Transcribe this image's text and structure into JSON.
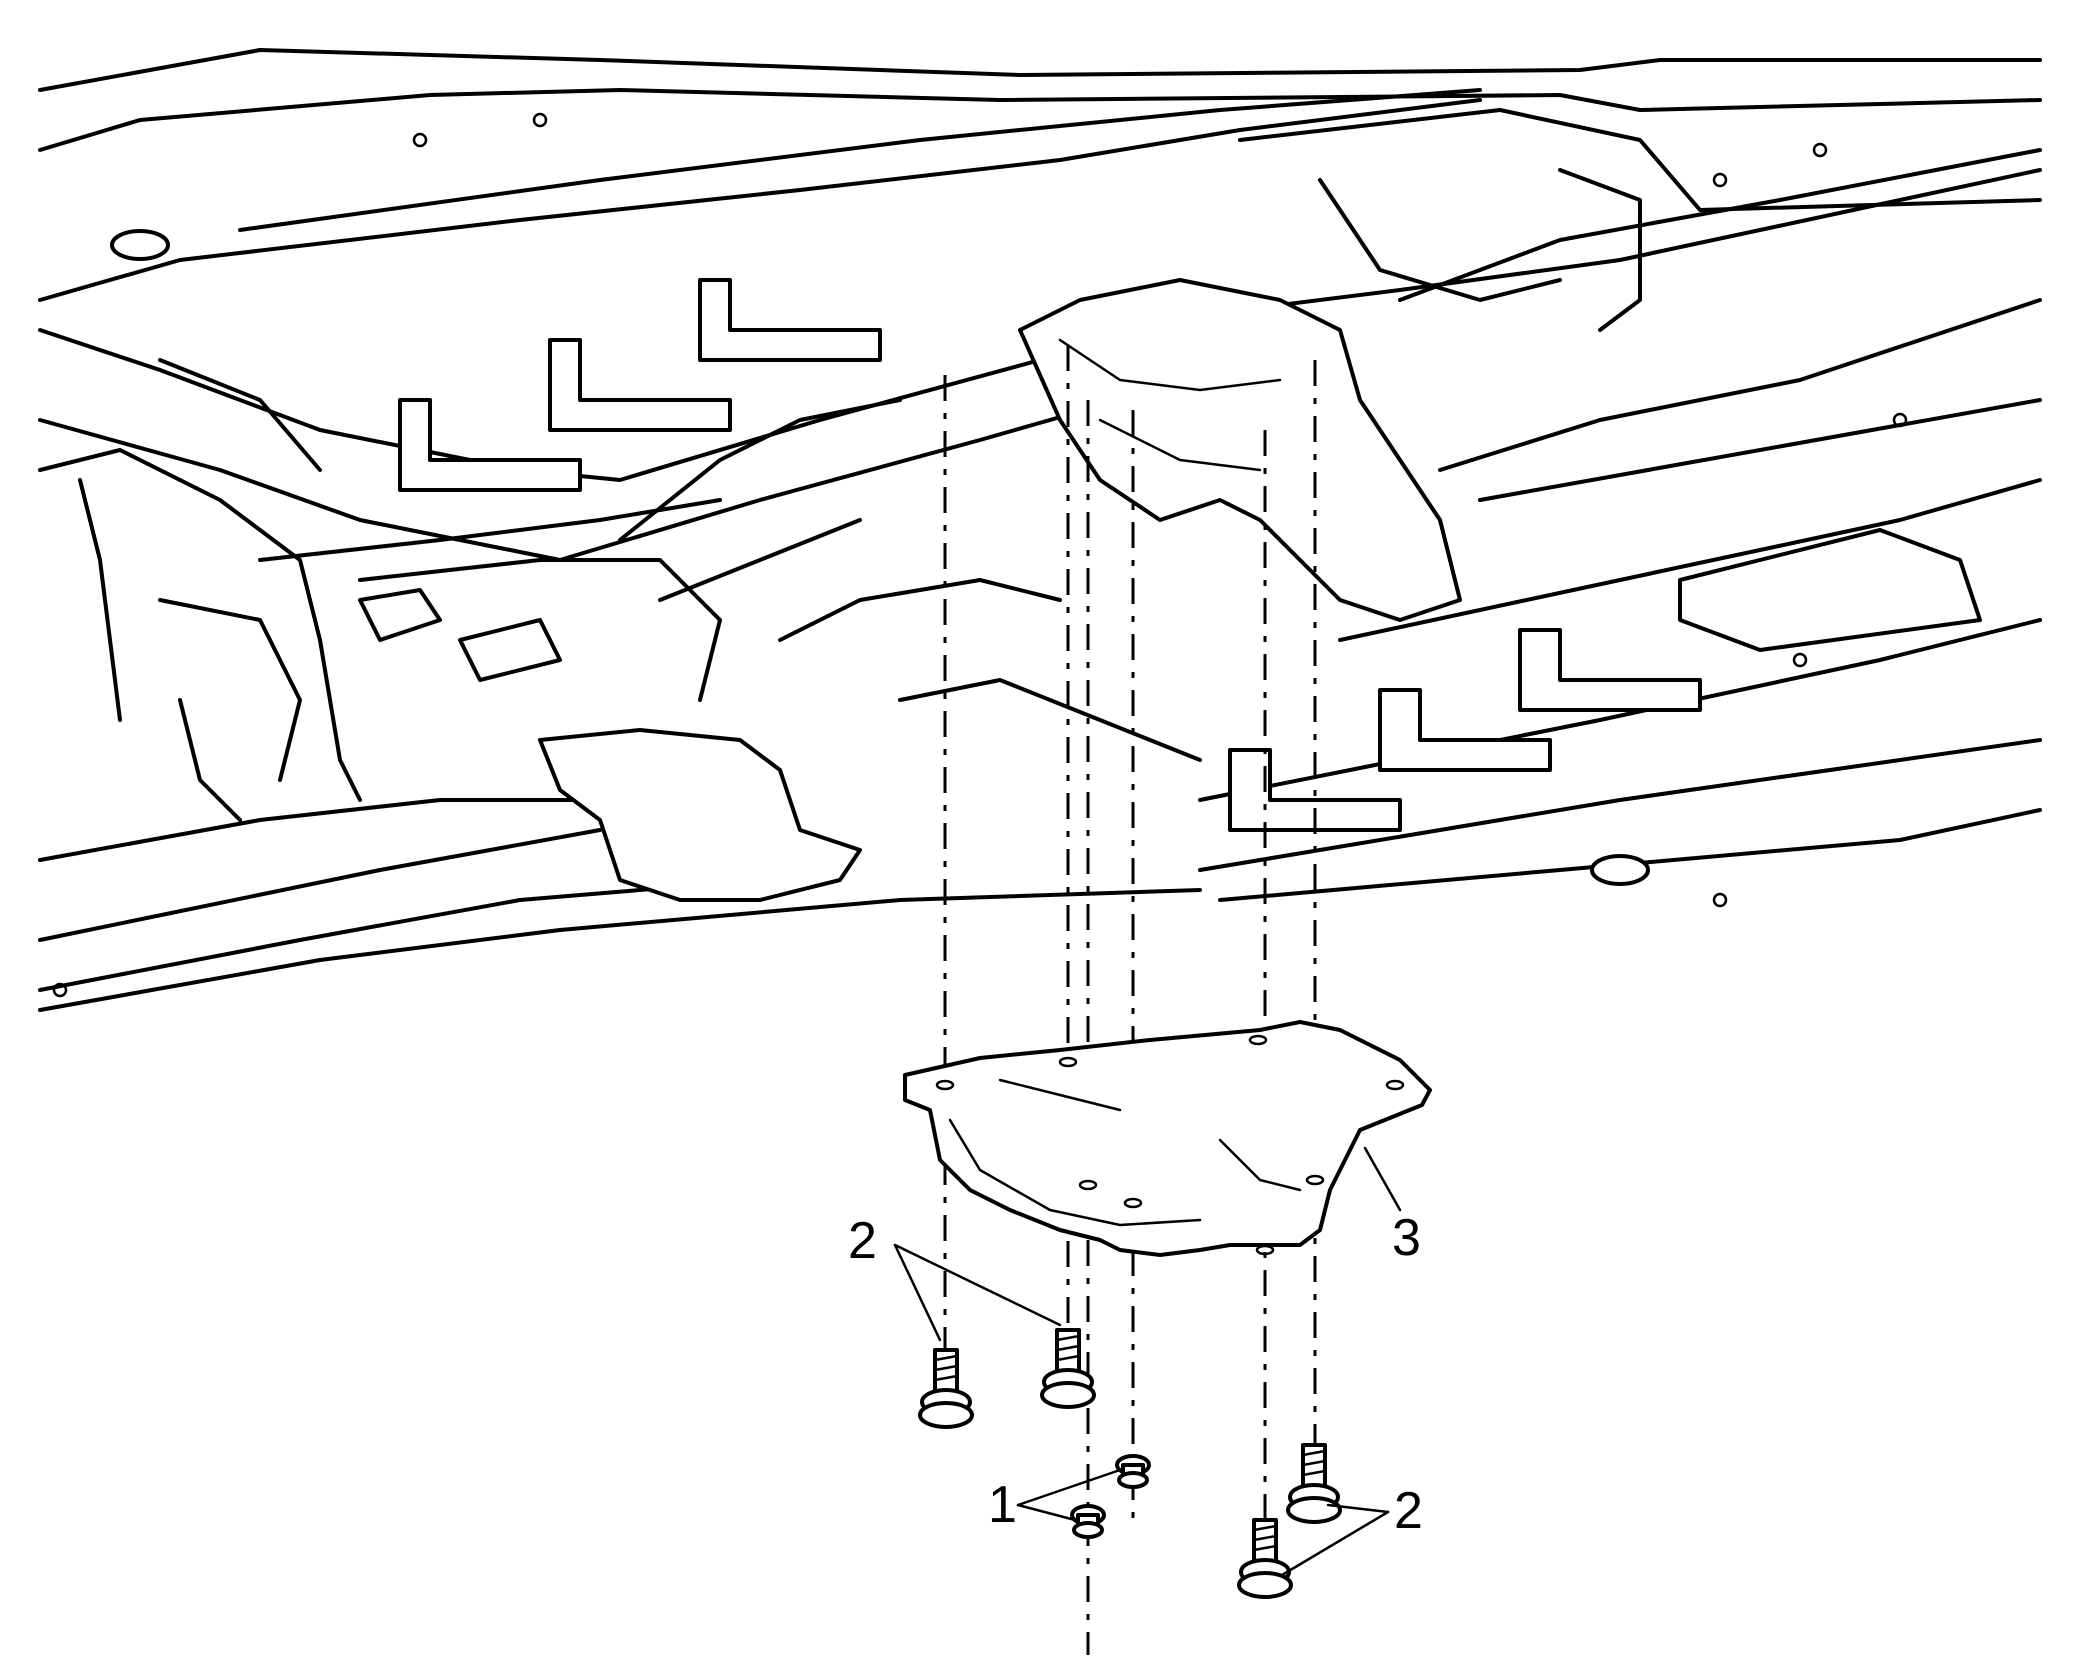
{
  "diagram": {
    "callouts": [
      {
        "id": "callout-1",
        "label": "1",
        "part": "nut"
      },
      {
        "id": "callout-2a",
        "label": "2",
        "part": "bolt"
      },
      {
        "id": "callout-2b",
        "label": "2",
        "part": "bolt"
      },
      {
        "id": "callout-3",
        "label": "3",
        "part": "shield"
      }
    ]
  }
}
